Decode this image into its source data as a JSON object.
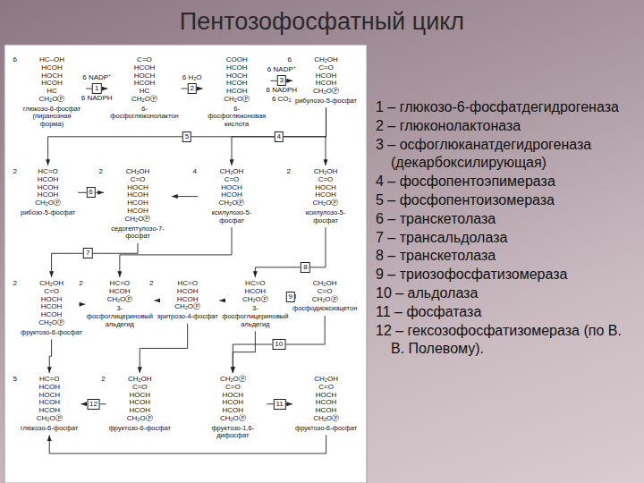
{
  "diagram": {
    "title": "Пентозофосфатный цикл",
    "nodes": [
      {
        "text": [
          "HC–OH HCOH HOCH HCOH HC CH₂OⓅ",
          "глюкозо-6-фосфат (пиранозная форма)"
        ]
      },
      {
        "text": [
          "C=O HCOH HOCH HCOH HC CH₂OⓅ",
          "6-фосфоглюконолактон"
        ]
      },
      {
        "text": [
          "COOH HCOH HOCH HCOH HCOH CH₂OⓅ",
          "6-фосфоглюконовая кислота"
        ]
      },
      {
        "text": [
          "CH₂OH C=O HCOH HCOH CH₂OⓅ",
          "рибулозо-5-фосфат"
        ]
      },
      {
        "text": [
          "HC=O HCOH HCOH HCOH CH₂OⓅ",
          "рибозо-5-фосфат"
        ]
      },
      {
        "text": [
          "CH₂OH C=O HOCH HCOH CH₂OⓅ",
          "ксилулозо-5-фосфат"
        ]
      },
      {
        "text": [
          "CH₂OH C=O HOCH HCOH HCOH HCOH CH₂OⓅ",
          "седогептулозо-7-фосфат"
        ]
      },
      {
        "text": [
          "HC=O HCOH CH₂OⓅ",
          "3-фосфоглицериновый альдегид"
        ]
      },
      {
        "text": [
          "HC=O HCOH CH₂OⓅ",
          "3-фосфоглицериновый альдегид"
        ]
      },
      {
        "text": [
          "CH₂OH C=O CH₂OⓅ",
          "фосфодиоксиацетон"
        ]
      },
      {
        "text": [
          "CH₂OⓅ C=O HOCH HCOH HCOH CH₂OⓅ",
          "фруктозо-1,6-дифосфат"
        ]
      },
      {
        "text": [
          "CH₂OH C=O HOCH HCOH HCOH CH₂OⓅ",
          "фруктозо-6-фосфат"
        ]
      },
      {
        "text": [
          "CH₂OH C=O HOCH HCOH CH₂OⓅ",
          "ксилулозо-5-фосфат"
        ]
      },
      {
        "text": [
          "HC=O HCOH HCOH CH₂OⓅ",
          "эритрозо-4-фосфат"
        ]
      },
      {
        "text": [
          "CH₂OH C=O HOCH HCOH HCOH CH₂OⓅ",
          "фруктозо-6-фосфат"
        ]
      },
      {
        "text": [
          "CH₂OH C=O HOCH HCOH HCOH CH₂OⓅ",
          "фруктозо-6-фосфат"
        ]
      },
      {
        "text": [
          "HC=O HCOH HOCH HCOH HCOH CH₂OⓅ",
          "глюкозо-6-фосфат"
        ]
      }
    ],
    "edges": [
      {
        "from": 0,
        "to": 1,
        "label": "1",
        "arrow": "to"
      },
      {
        "from": 1,
        "to": 2,
        "label": "2",
        "arrow": "to"
      },
      {
        "from": 2,
        "to": 3,
        "label": "3",
        "arrow": "to"
      },
      {
        "from": 3,
        "to": 4,
        "label": "5",
        "arrow": "to"
      },
      {
        "from": 3,
        "to": 5,
        "label": "4",
        "arrow": "to"
      },
      {
        "from": 3,
        "to": 12,
        "arrow": "to"
      },
      {
        "from": 4,
        "to": 6,
        "label": "6",
        "arrow": "to"
      },
      {
        "from": 5,
        "to": 6,
        "arrow": "to"
      },
      {
        "from": 6,
        "to": 14,
        "label": "7",
        "arrow": "to"
      },
      {
        "from": 5,
        "to": 7,
        "arrow": "to"
      },
      {
        "from": 12,
        "to": 8,
        "label": "8",
        "arrow": "to"
      },
      {
        "from": 7,
        "to": 14,
        "arrow": "to"
      },
      {
        "from": 7,
        "to": 13,
        "arrow": "to"
      },
      {
        "from": 13,
        "to": 8,
        "arrow": "to"
      },
      {
        "from": 8,
        "to": 9,
        "label": "9",
        "arrow": "to"
      },
      {
        "from": 8,
        "to": 10,
        "arrow": "to"
      },
      {
        "from": 9,
        "to": 10,
        "label": "10",
        "arrow": "to"
      },
      {
        "from": 10,
        "to": 11,
        "label": "11",
        "arrow": "to"
      },
      {
        "from": 15,
        "to": 16,
        "label": "12",
        "arrow": "to"
      },
      {
        "from": 14,
        "to": 16,
        "arrow": "to"
      },
      {
        "from": 13,
        "to": 15,
        "arrow": "to"
      },
      {
        "from": 11,
        "to": 16,
        "arrow": "to"
      }
    ],
    "labels": [
      "6 NADP⁺",
      "6 NADPH",
      "6 H₂O",
      "6 NADP⁺",
      "6 NADPH",
      "6 CO₂",
      "6",
      "6",
      "2",
      "4",
      "2",
      "2",
      "2",
      "2",
      "2",
      "2",
      "5",
      "1 – глюкозо-6-фосфатдегидрогеназа",
      "2 – глюконолактоназа",
      "3 – осфоглюканатдегидрогеназа (декарбоксилирующая)",
      "4 – фосфопентоэпимераза",
      "5 – фосфопентоизомераза",
      "6 – транскетолаза",
      "7 – трансальдолаза",
      "8 – транскетолаза",
      "9 – триозофосфатизомераза",
      "10 – альдолаза",
      "11 – фосфатаза",
      "12 – гексозофосфатизомераза (по В. В. Полевому)."
    ]
  }
}
